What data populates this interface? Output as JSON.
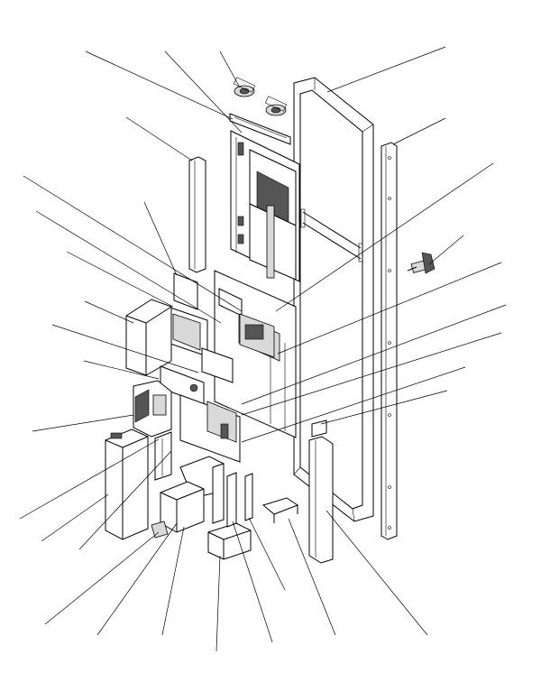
{
  "diagram": {
    "type": "exploded-assembly-view",
    "colors": {
      "line": "#000000",
      "background": "#ffffff",
      "shade": "#d9d9d9",
      "dark": "#555555"
    },
    "parts": [
      {
        "id": "side-frame"
      },
      {
        "id": "display-bracket"
      },
      {
        "id": "speaker-pair"
      },
      {
        "id": "lcd-display-panel"
      },
      {
        "id": "left-mounting-rail"
      },
      {
        "id": "right-mounting-rail"
      },
      {
        "id": "card-reader"
      },
      {
        "id": "main-mounting-plate"
      },
      {
        "id": "power-supply"
      },
      {
        "id": "bill-validator"
      },
      {
        "id": "cash-box"
      },
      {
        "id": "control-board"
      },
      {
        "id": "lower-bracket"
      },
      {
        "id": "coin-tray"
      },
      {
        "id": "base-bracket"
      },
      {
        "id": "vertical-channel"
      }
    ]
  }
}
